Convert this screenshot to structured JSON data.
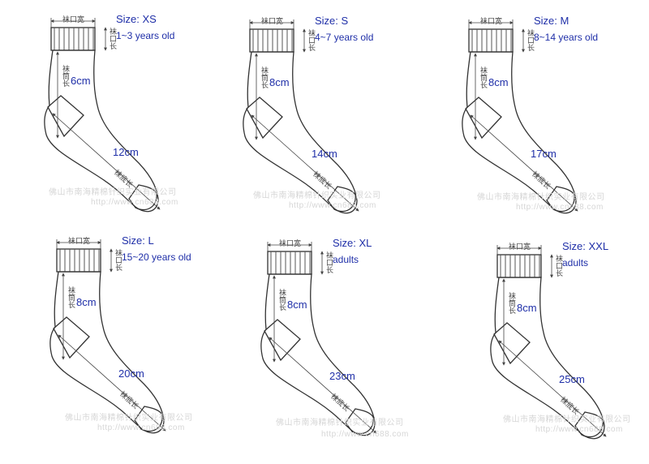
{
  "labels": {
    "cuff_width": "袜口宽",
    "cuff_length": "袜口长",
    "leg_length": "袜筒长",
    "foot_length": "袜底长"
  },
  "watermark": {
    "company": "佛山市南海精棉针织实业有限公司",
    "url": "http://www.cn688.com"
  },
  "sizes": [
    {
      "size": "Size: XS",
      "age": "1~3 years old",
      "leg": "6cm",
      "foot": "12cm"
    },
    {
      "size": "Size: S",
      "age": "4~7 years old",
      "leg": "8cm",
      "foot": "14cm"
    },
    {
      "size": "Size: M",
      "age": "8~14 years old",
      "leg": "8cm",
      "foot": "17cm"
    },
    {
      "size": "Size: L",
      "age": "15~20 years old",
      "leg": "8cm",
      "foot": "20cm"
    },
    {
      "size": "Size: XL",
      "age": "adults",
      "leg": "8cm",
      "foot": "23cm"
    },
    {
      "size": "Size: XXL",
      "age": "adults",
      "leg": "8cm",
      "foot": "25cm"
    }
  ]
}
